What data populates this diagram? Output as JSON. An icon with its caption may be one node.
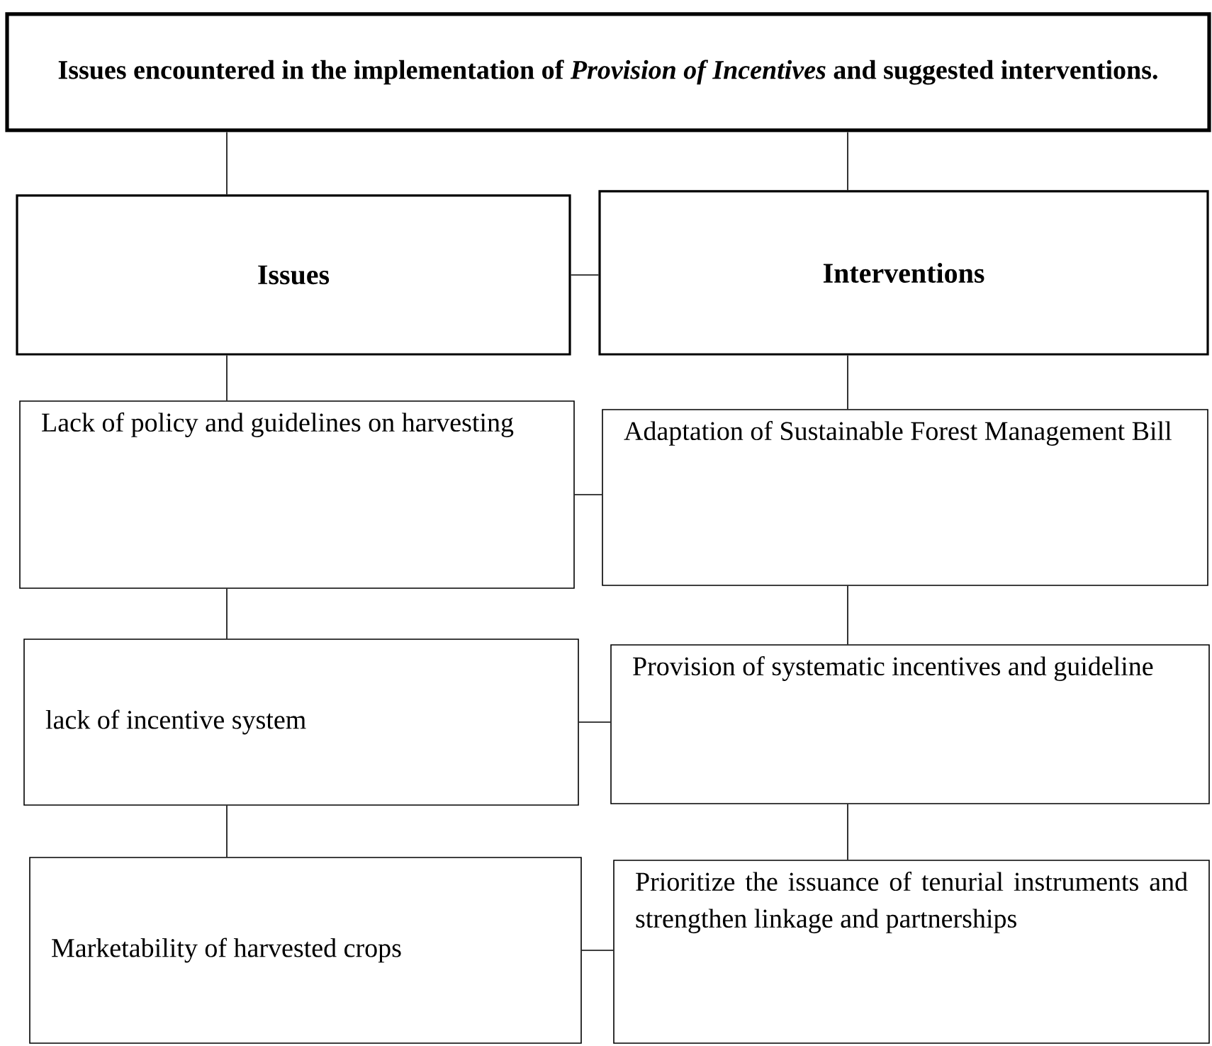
{
  "diagram": {
    "nodes": [
      {
        "text": [
          "Issues encountered in the implementation of *Provision of Incentives* and suggested interventions."
        ]
      },
      {
        "text": [
          "Issues"
        ]
      },
      {
        "text": [
          "Interventions"
        ]
      },
      {
        "text": [
          "Lack of policy and guidelines on harvesting"
        ]
      },
      {
        "text": [
          "Adaptation of Sustainable Forest Management Bill"
        ]
      },
      {
        "text": [
          "lack of incentive system"
        ]
      },
      {
        "text": [
          "Provision of systematic incentives and guideline"
        ]
      },
      {
        "text": [
          "Marketability of harvested crops"
        ]
      },
      {
        "text": [
          "Prioritize the issuance of tenurial instruments and strengthen linkage and partnerships"
        ]
      }
    ],
    "edges": [
      {
        "from": 0,
        "to": 1,
        "arrow": "none"
      },
      {
        "from": 0,
        "to": 2,
        "arrow": "none"
      },
      {
        "from": 1,
        "to": 2,
        "arrow": "none"
      },
      {
        "from": 1,
        "to": 3,
        "arrow": "none"
      },
      {
        "from": 2,
        "to": 4,
        "arrow": "none"
      },
      {
        "from": 3,
        "to": 4,
        "arrow": "none"
      },
      {
        "from": 3,
        "to": 5,
        "arrow": "none"
      },
      {
        "from": 4,
        "to": 6,
        "arrow": "none"
      },
      {
        "from": 5,
        "to": 6,
        "arrow": "none"
      },
      {
        "from": 5,
        "to": 7,
        "arrow": "none"
      },
      {
        "from": 6,
        "to": 8,
        "arrow": "none"
      },
      {
        "from": 7,
        "to": 8,
        "arrow": "none"
      }
    ]
  }
}
